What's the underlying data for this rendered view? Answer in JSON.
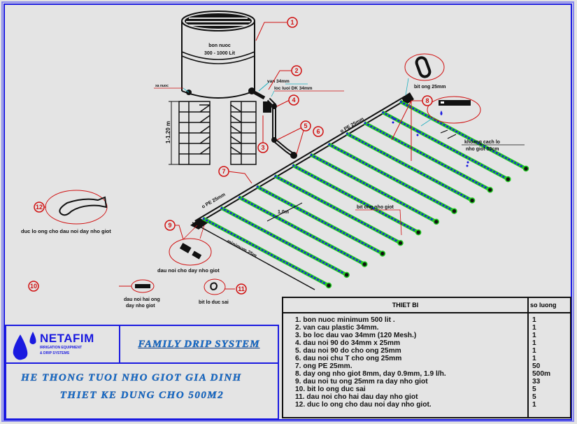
{
  "diagram": {
    "tank": {
      "label_line1": "bon nuoc",
      "label_line2": "300 - 1000 Lit",
      "tap_label": "xa nuoc"
    },
    "stand_height_label": "1-1.20 m",
    "valve_label": "van 34mm",
    "filter_label": "loc luoi DK 34mm",
    "main_pipe_label_1": "o PE 25mm",
    "main_pipe_label_2": "o PE 25mm",
    "end_cap_label": "bit ong 25mm",
    "dripper_spacing_label_1": "khoang cach lo",
    "dripper_spacing_label_2": "nho giot 30cm",
    "lateral_spacing_label": "1.0m",
    "lateral_end_label": "bit ong nho giot",
    "length_label": "minimum 25m",
    "detail_12_label": "duc lo ong cho dau noi day nho giot",
    "detail_9_label": "dau noi cho day nho giot",
    "detail_11a_label_1": "dau noi hai ong",
    "detail_11a_label_2": "day nho giot",
    "detail_10_label": "bit lo duc sai",
    "callouts": [
      "1",
      "2",
      "3",
      "4",
      "5",
      "6",
      "7",
      "8",
      "9",
      "10",
      "11",
      "12"
    ],
    "colors": {
      "pipe": "#111111",
      "lateral_blue": "#1a1ae0",
      "lateral_green": "#22cc22",
      "callout_red": "#d01010",
      "leader_cyan": "#20b0c0",
      "frame_blue": "#1a1ae0"
    }
  },
  "title_block": {
    "brand": "NETAFIM",
    "brand_sub_1": "IRRIGATION EQUIPMENT",
    "brand_sub_2": "& DRIP SYSTEMS",
    "project_name": "FAMILY DRIP SYSTEM",
    "title_line_1": "HE THONG TUOI NHO GIOT GIA DINH",
    "title_line_2": "THIET KE DUNG CHO 500M2"
  },
  "parts_table": {
    "header_item": "THIET BI",
    "header_qty": "so luong",
    "rows": [
      {
        "item": "1. bon nuoc minimum 500 lit .",
        "qty": "1"
      },
      {
        "item": "2. van cau plastic 34mm.",
        "qty": "1"
      },
      {
        "item": "3. bo loc dau vao 34mm (120 Mesh.)",
        "qty": "1"
      },
      {
        "item": "4. dau noi 90 do  34mm x 25mm",
        "qty": "1"
      },
      {
        "item": "5. dau noi 90 do cho ong 25mm",
        "qty": "1"
      },
      {
        "item": "6. dau noi chu T cho ong 25mm",
        "qty": "1"
      },
      {
        "item": "7. ong PE 25mm.",
        "qty": "50"
      },
      {
        "item": "8. day ong nho giot 8mm, day 0.9mm, 1.9 l/h.",
        "qty": "500m"
      },
      {
        "item": "9. dau noi tu ong 25mm ra day nho giot",
        "qty": "33"
      },
      {
        "item": "10. bit lo ong duc sai",
        "qty": "5"
      },
      {
        "item": "11. dau noi cho hai dau day nho giot",
        "qty": "5"
      },
      {
        "item": "12. duc lo ong cho dau noi day nho giot.",
        "qty": "1"
      }
    ]
  }
}
